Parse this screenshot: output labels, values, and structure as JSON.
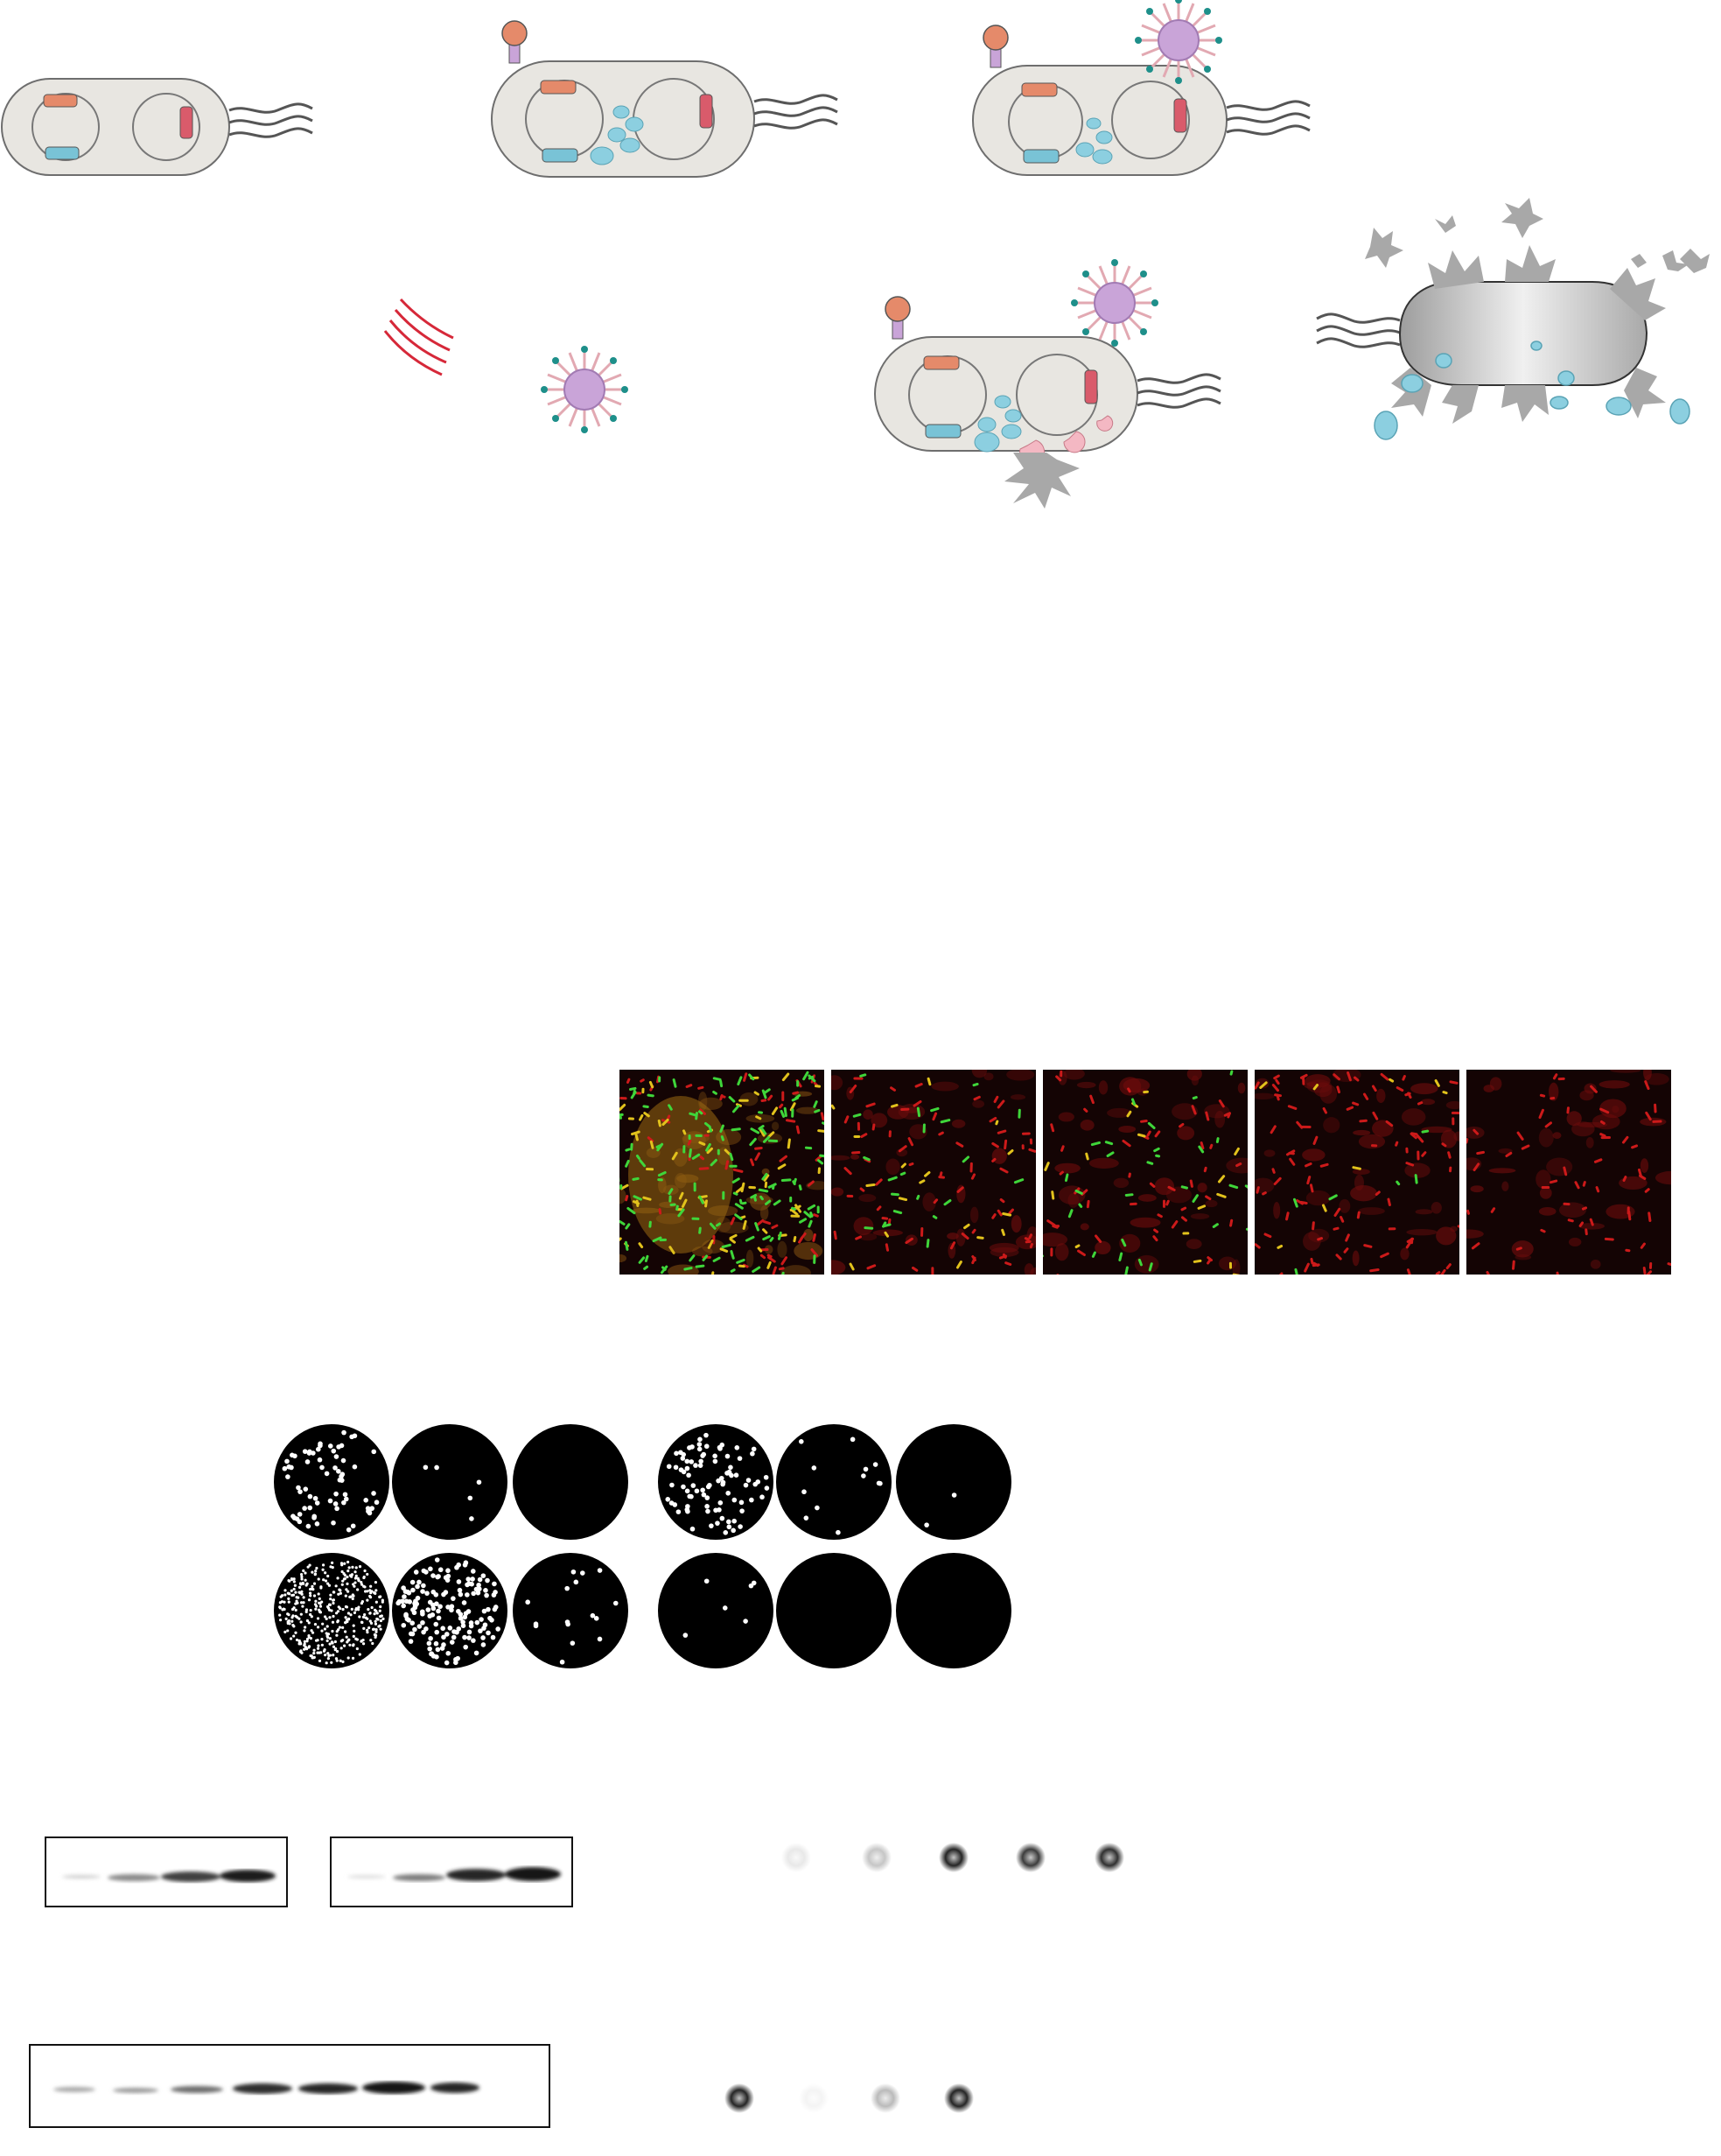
{
  "figure": {
    "description_free": true,
    "colors": {
      "cell_fill": "#e8e6e1",
      "cell_stroke": "#6e6e6e",
      "gene_orange": "#e58a6a",
      "gene_blue": "#79c3d6",
      "gene_red": "#d95b6b",
      "vesicle_blue": "#8ccfe0",
      "phage_head": "#c9a4d8",
      "phage_spike": "#1e8f8a",
      "lysis_debris": "#a8a8a8",
      "light_red": "#d62839",
      "micrograph_green": "#3fd63a",
      "micrograph_red": "#cc1a1a",
      "micrograph_yellow": "#e2c21c"
    },
    "icons": [
      "bacterium-icon",
      "plasmid-icon",
      "flagella-icon",
      "receptor-icon",
      "phage-icon",
      "light-waves-icon",
      "lysed-cell-icon"
    ],
    "micrographs": {
      "count": 5
    },
    "plates": {
      "rows": 2,
      "groups": 2,
      "per_group": 3
    },
    "blots": {
      "count": 3
    },
    "dot_rows": [
      {
        "intensities": [
          0.1,
          0.25,
          0.95,
          0.85,
          0.9
        ]
      },
      {
        "intensities": [
          0.95,
          0.05,
          0.3,
          0.95
        ]
      }
    ]
  }
}
